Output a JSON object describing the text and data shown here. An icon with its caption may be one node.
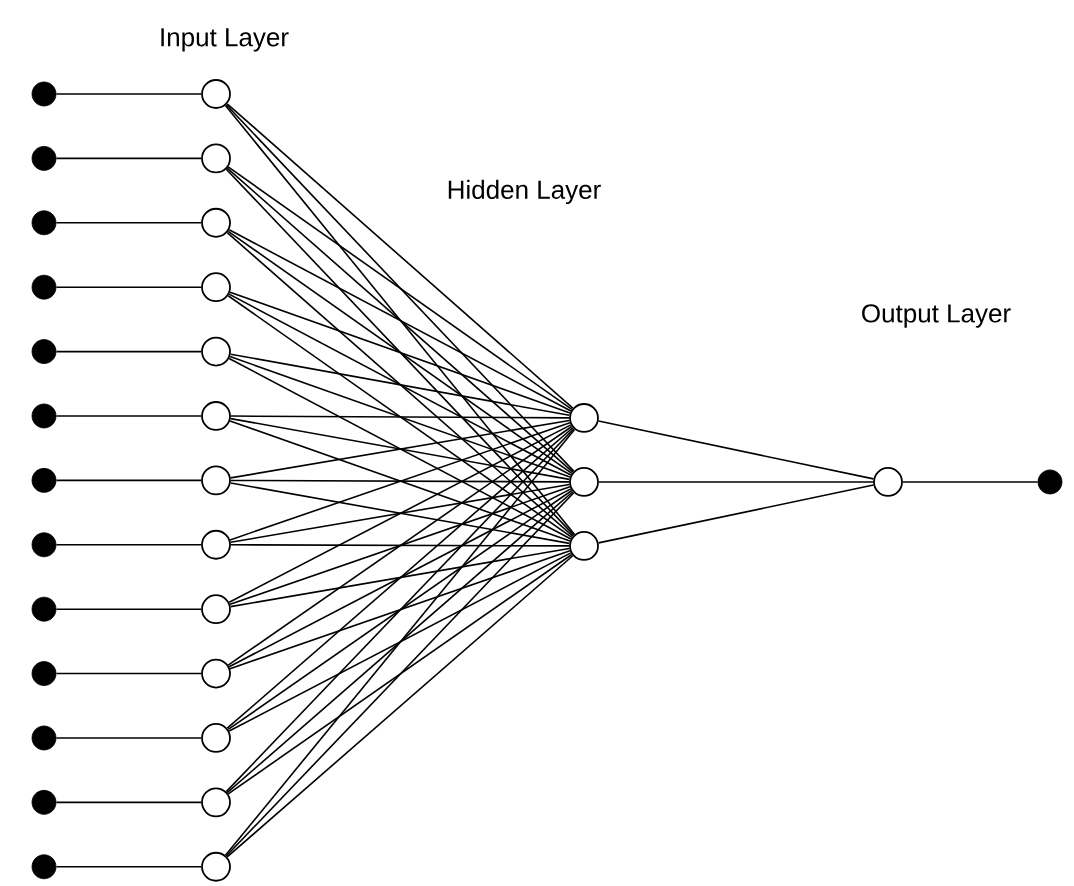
{
  "diagram": {
    "nodes": [
      {
        "text": [],
        "shape": "dot"
      },
      {
        "text": [],
        "shape": "dot"
      },
      {
        "text": [],
        "shape": "dot"
      },
      {
        "text": [],
        "shape": "dot"
      },
      {
        "text": [],
        "shape": "dot"
      },
      {
        "text": [],
        "shape": "dot"
      },
      {
        "text": [],
        "shape": "dot"
      },
      {
        "text": [],
        "shape": "dot"
      },
      {
        "text": [],
        "shape": "dot"
      },
      {
        "text": [],
        "shape": "dot"
      },
      {
        "text": [],
        "shape": "dot"
      },
      {
        "text": [],
        "shape": "dot"
      },
      {
        "text": [],
        "shape": "dot"
      },
      {
        "text": [],
        "shape": "circle"
      },
      {
        "text": [],
        "shape": "circle"
      },
      {
        "text": [],
        "shape": "circle"
      },
      {
        "text": [],
        "shape": "circle"
      },
      {
        "text": [],
        "shape": "circle"
      },
      {
        "text": [],
        "shape": "circle"
      },
      {
        "text": [],
        "shape": "circle"
      },
      {
        "text": [],
        "shape": "circle"
      },
      {
        "text": [],
        "shape": "circle"
      },
      {
        "text": [],
        "shape": "circle"
      },
      {
        "text": [],
        "shape": "circle"
      },
      {
        "text": [],
        "shape": "circle"
      },
      {
        "text": [],
        "shape": "circle"
      },
      {
        "text": [],
        "shape": "circle"
      },
      {
        "text": [],
        "shape": "circle"
      },
      {
        "text": [],
        "shape": "circle"
      },
      {
        "text": [],
        "shape": "circle"
      },
      {
        "text": [],
        "shape": "dot"
      }
    ],
    "edges": [
      {
        "from": 0,
        "to": 13,
        "arrow": "none"
      },
      {
        "from": 1,
        "to": 14,
        "arrow": "none"
      },
      {
        "from": 2,
        "to": 15,
        "arrow": "none"
      },
      {
        "from": 3,
        "to": 16,
        "arrow": "none"
      },
      {
        "from": 4,
        "to": 17,
        "arrow": "none"
      },
      {
        "from": 5,
        "to": 18,
        "arrow": "none"
      },
      {
        "from": 6,
        "to": 19,
        "arrow": "none"
      },
      {
        "from": 7,
        "to": 20,
        "arrow": "none"
      },
      {
        "from": 8,
        "to": 21,
        "arrow": "none"
      },
      {
        "from": 9,
        "to": 22,
        "arrow": "none"
      },
      {
        "from": 10,
        "to": 23,
        "arrow": "none"
      },
      {
        "from": 11,
        "to": 24,
        "arrow": "none"
      },
      {
        "from": 12,
        "to": 25,
        "arrow": "none"
      },
      {
        "from": 13,
        "to": 26,
        "arrow": "none"
      },
      {
        "from": 13,
        "to": 27,
        "arrow": "none"
      },
      {
        "from": 13,
        "to": 28,
        "arrow": "none"
      },
      {
        "from": 14,
        "to": 26,
        "arrow": "none"
      },
      {
        "from": 14,
        "to": 27,
        "arrow": "none"
      },
      {
        "from": 14,
        "to": 28,
        "arrow": "none"
      },
      {
        "from": 15,
        "to": 26,
        "arrow": "none"
      },
      {
        "from": 15,
        "to": 27,
        "arrow": "none"
      },
      {
        "from": 15,
        "to": 28,
        "arrow": "none"
      },
      {
        "from": 16,
        "to": 26,
        "arrow": "none"
      },
      {
        "from": 16,
        "to": 27,
        "arrow": "none"
      },
      {
        "from": 16,
        "to": 28,
        "arrow": "none"
      },
      {
        "from": 17,
        "to": 26,
        "arrow": "none"
      },
      {
        "from": 17,
        "to": 27,
        "arrow": "none"
      },
      {
        "from": 17,
        "to": 28,
        "arrow": "none"
      },
      {
        "from": 18,
        "to": 26,
        "arrow": "none"
      },
      {
        "from": 18,
        "to": 27,
        "arrow": "none"
      },
      {
        "from": 18,
        "to": 28,
        "arrow": "none"
      },
      {
        "from": 19,
        "to": 26,
        "arrow": "none"
      },
      {
        "from": 19,
        "to": 27,
        "arrow": "none"
      },
      {
        "from": 19,
        "to": 28,
        "arrow": "none"
      },
      {
        "from": 20,
        "to": 26,
        "arrow": "none"
      },
      {
        "from": 20,
        "to": 27,
        "arrow": "none"
      },
      {
        "from": 20,
        "to": 28,
        "arrow": "none"
      },
      {
        "from": 21,
        "to": 26,
        "arrow": "none"
      },
      {
        "from": 21,
        "to": 27,
        "arrow": "none"
      },
      {
        "from": 21,
        "to": 28,
        "arrow": "none"
      },
      {
        "from": 22,
        "to": 26,
        "arrow": "none"
      },
      {
        "from": 22,
        "to": 27,
        "arrow": "none"
      },
      {
        "from": 22,
        "to": 28,
        "arrow": "none"
      },
      {
        "from": 23,
        "to": 26,
        "arrow": "none"
      },
      {
        "from": 23,
        "to": 27,
        "arrow": "none"
      },
      {
        "from": 23,
        "to": 28,
        "arrow": "none"
      },
      {
        "from": 24,
        "to": 26,
        "arrow": "none"
      },
      {
        "from": 24,
        "to": 27,
        "arrow": "none"
      },
      {
        "from": 24,
        "to": 28,
        "arrow": "none"
      },
      {
        "from": 25,
        "to": 26,
        "arrow": "none"
      },
      {
        "from": 25,
        "to": 27,
        "arrow": "none"
      },
      {
        "from": 25,
        "to": 28,
        "arrow": "none"
      },
      {
        "from": 26,
        "to": 29,
        "arrow": "none"
      },
      {
        "from": 27,
        "to": 29,
        "arrow": "none"
      },
      {
        "from": 28,
        "to": 29,
        "arrow": "none"
      },
      {
        "from": 29,
        "to": 30,
        "arrow": "none"
      }
    ],
    "labels": [
      "Input Layer",
      "Hidden Layer",
      "Output Layer"
    ]
  }
}
